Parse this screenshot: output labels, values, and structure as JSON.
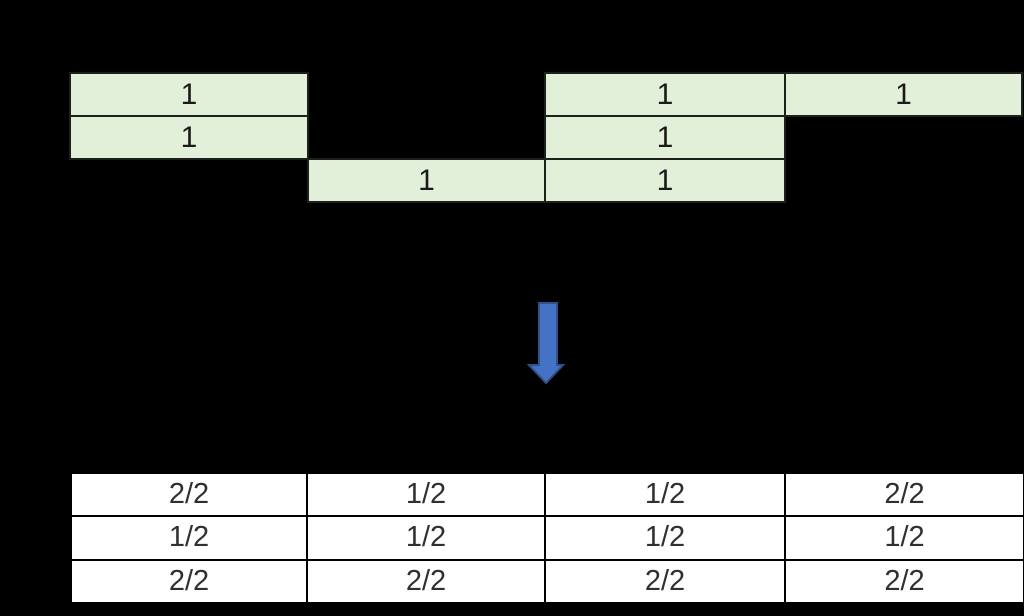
{
  "canvas": {
    "background_color": "#000000"
  },
  "top_grid": {
    "description": "slot-allocation-grid",
    "cell_fill_color": "#e2efd9",
    "border_color": "#1c211a",
    "rows": [
      {
        "cells": [
          "1",
          "",
          "1",
          "1"
        ]
      },
      {
        "cells": [
          "1",
          "",
          "1",
          ""
        ]
      },
      {
        "cells": [
          "",
          "1",
          "1",
          ""
        ]
      }
    ]
  },
  "arrow": {
    "direction": "down",
    "fill_color": "#4472c4",
    "outline_color": "#2f528f"
  },
  "bottom_table": {
    "description": "fraction-table",
    "cell_fill_color": "#ffffff",
    "border_color": "#000000",
    "text_color": "#303030",
    "rows": [
      {
        "cells": [
          "2/2",
          "1/2",
          "1/2",
          "2/2"
        ]
      },
      {
        "cells": [
          "1/2",
          "1/2",
          "1/2",
          "1/2"
        ]
      },
      {
        "cells": [
          "2/2",
          "2/2",
          "2/2",
          "2/2"
        ]
      }
    ]
  }
}
